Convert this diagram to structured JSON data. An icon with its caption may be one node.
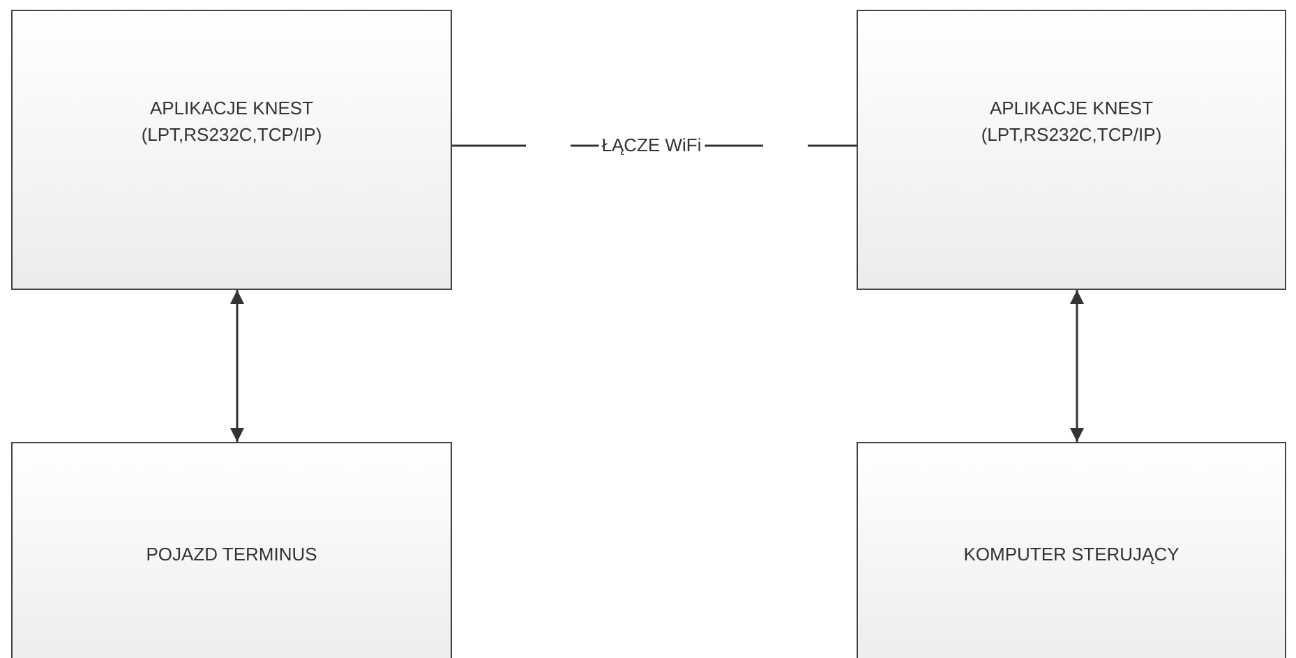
{
  "diagram": {
    "nodes": [
      {
        "text": [
          "APLIKACJE KNEST (LPT,RS232C,TCP/IP)"
        ]
      },
      {
        "text": [
          "APLIKACJE KNEST (LPT,RS232C,TCP/IP)"
        ]
      },
      {
        "text": [
          "POJAZD TERMINUS"
        ]
      },
      {
        "text": [
          "KOMPUTER STERUJĄCY"
        ]
      }
    ],
    "edges": [
      {
        "from": 0,
        "to": 1,
        "arrow": "none",
        "label": "ŁĄCZE WiFi",
        "style": "dashed"
      },
      {
        "from": 0,
        "to": 2,
        "arrow": "both"
      },
      {
        "from": 1,
        "to": 3,
        "arrow": "both"
      }
    ]
  }
}
